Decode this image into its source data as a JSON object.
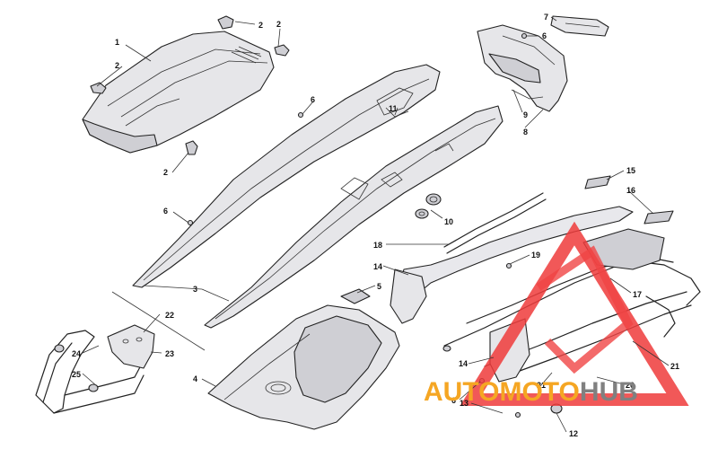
{
  "diagram": {
    "callouts": [
      {
        "label": "1"
      },
      {
        "label": "2"
      },
      {
        "label": "2"
      },
      {
        "label": "2"
      },
      {
        "label": "2"
      },
      {
        "label": "3"
      },
      {
        "label": "4"
      },
      {
        "label": "5"
      },
      {
        "label": "6"
      },
      {
        "label": "6"
      },
      {
        "label": "6"
      },
      {
        "label": "6"
      },
      {
        "label": "7"
      },
      {
        "label": "8"
      },
      {
        "label": "9"
      },
      {
        "label": "10"
      },
      {
        "label": "11"
      },
      {
        "label": "12"
      },
      {
        "label": "13"
      },
      {
        "label": "14"
      },
      {
        "label": "14"
      },
      {
        "label": "15"
      },
      {
        "label": "16"
      },
      {
        "label": "17"
      },
      {
        "label": "18"
      },
      {
        "label": "19"
      },
      {
        "label": "20"
      },
      {
        "label": "21"
      },
      {
        "label": "21"
      },
      {
        "label": "22"
      },
      {
        "label": "23"
      },
      {
        "label": "24"
      },
      {
        "label": "25"
      }
    ]
  },
  "watermark": {
    "part1": "AUTO",
    "part2": "MOTO",
    "part3": "HUB",
    "color_auto": "#f5a623",
    "color_moto": "#f5a623",
    "color_hub": "#808080",
    "triangle_color": "#ef3b3b"
  }
}
